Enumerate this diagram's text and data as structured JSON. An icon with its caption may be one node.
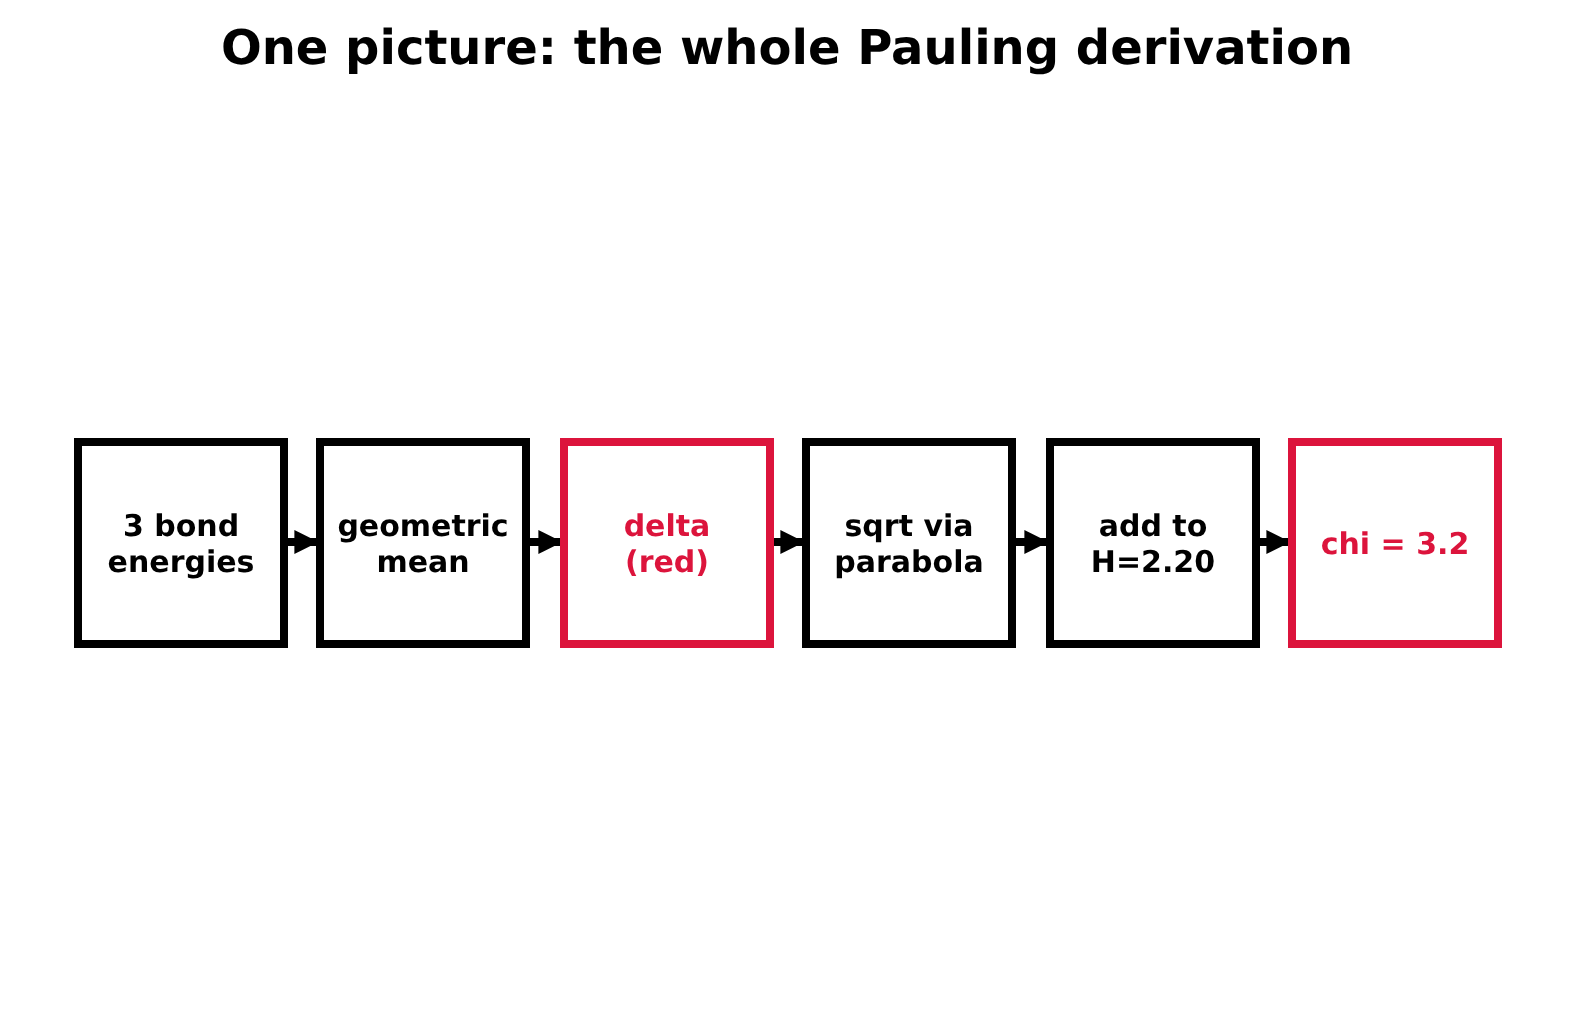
{
  "diagram": {
    "title": "One picture: the whole Pauling derivation",
    "nodes": [
      {
        "text": [
          "3 bond energies"
        ]
      },
      {
        "text": [
          "geometric mean"
        ]
      },
      {
        "text": [
          "delta (red)"
        ]
      },
      {
        "text": [
          "sqrt via parabola"
        ]
      },
      {
        "text": [
          "add to H=2.20"
        ]
      },
      {
        "text": [
          "chi = 3.2"
        ]
      }
    ],
    "edges": [
      {
        "from": 0,
        "to": 1,
        "arrow": "to"
      },
      {
        "from": 1,
        "to": 2,
        "arrow": "to"
      },
      {
        "from": 2,
        "to": 3,
        "arrow": "to"
      },
      {
        "from": 3,
        "to": 4,
        "arrow": "to"
      },
      {
        "from": 4,
        "to": 5,
        "arrow": "to"
      }
    ]
  }
}
